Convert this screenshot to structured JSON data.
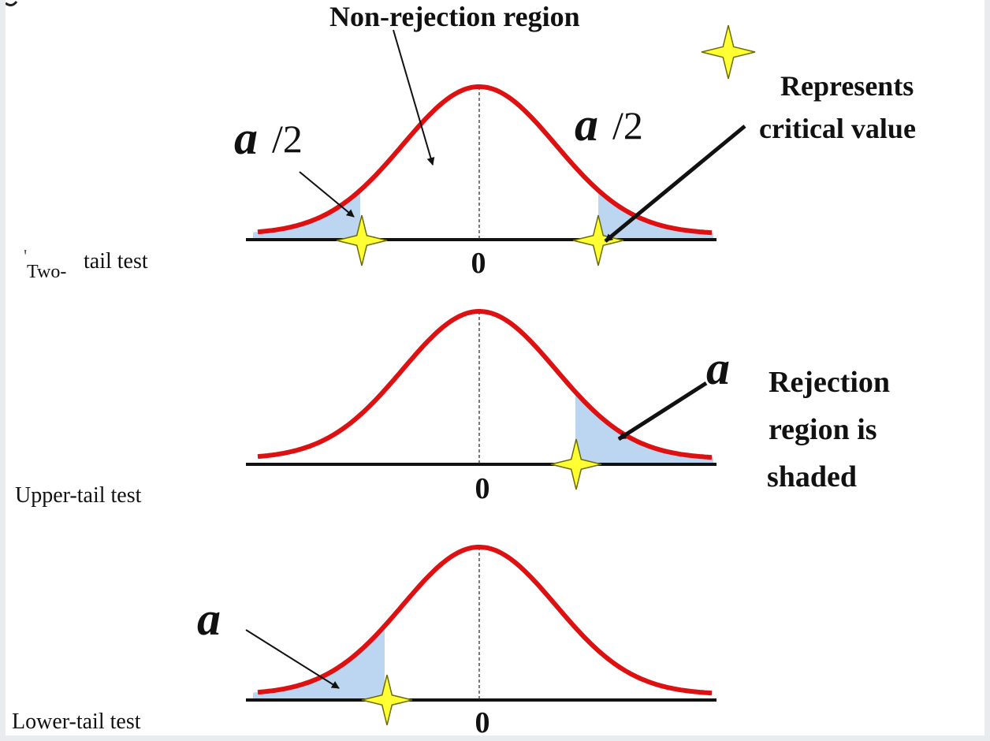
{
  "top_label": "Non-rejection region",
  "alpha_symbol": "a",
  "half_suffix": "/2",
  "zero_label": "0",
  "legend": {
    "icon": "four-point-star-icon",
    "line1": "Represents",
    "line2": "critical value"
  },
  "rejection_note": {
    "line1": "Rejection",
    "line2": "region is",
    "line3": "shaded"
  },
  "panels": [
    {
      "id": "two-tail",
      "label_a": "Two-",
      "label_b": "tail test"
    },
    {
      "id": "upper-tail",
      "label": "Upper-tail test"
    },
    {
      "id": "lower-tail",
      "label": "Lower-tail test"
    }
  ],
  "colors": {
    "curve": "#dd1111",
    "shade": "#bcd6f2",
    "star_fill": "#ffff33",
    "star_stroke": "#6b6b00",
    "text": "#111111",
    "page_bg": "#e9ecee"
  }
}
